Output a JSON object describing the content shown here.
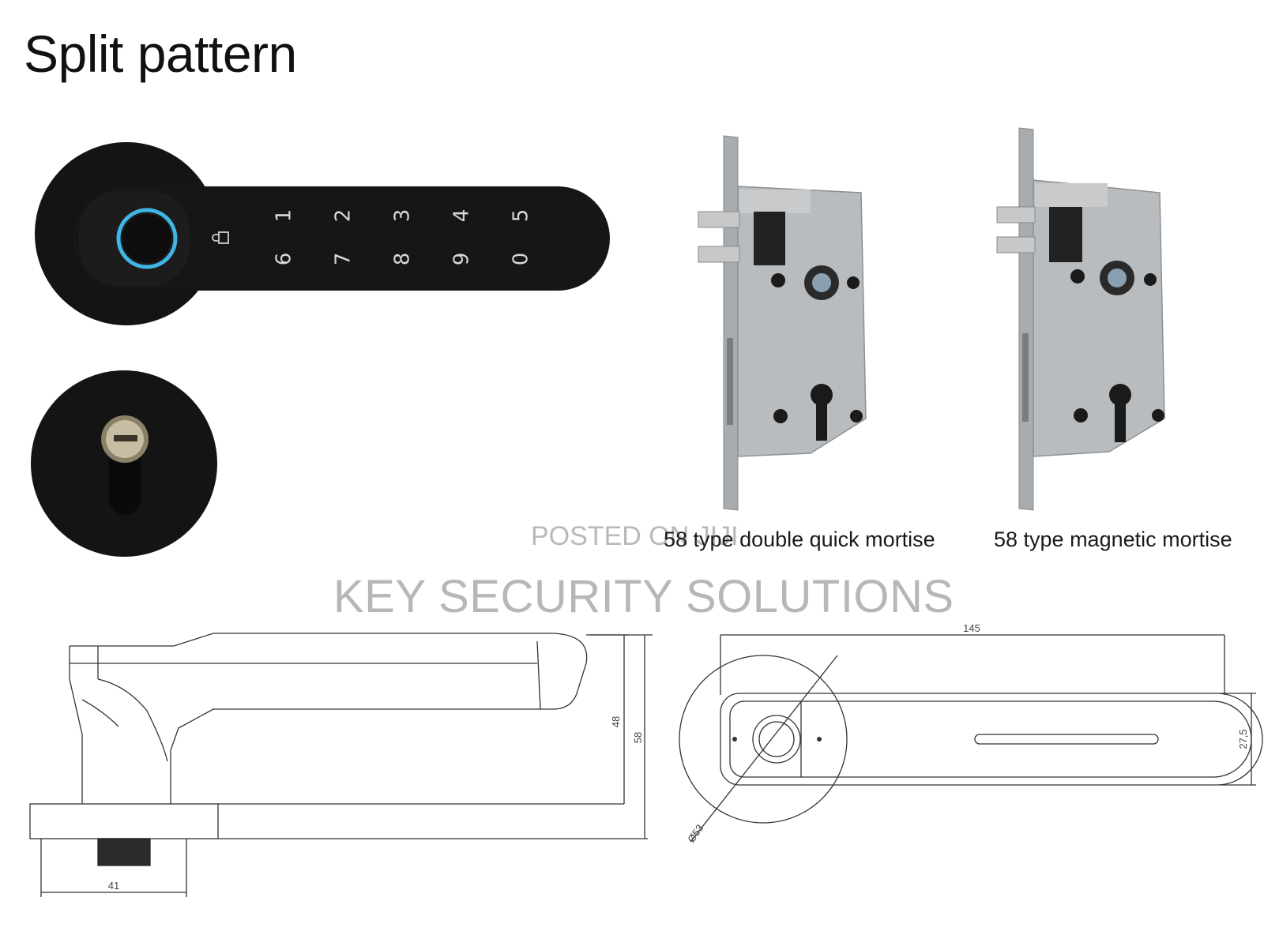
{
  "title": "Split pattern",
  "keypad": {
    "row1": [
      "1",
      "2",
      "3",
      "4",
      "5"
    ],
    "row2": [
      "6",
      "7",
      "8",
      "9",
      "0"
    ]
  },
  "icons": [
    "fingerprint-sensor-icon",
    "padlock-icon",
    "key-cylinder-icon"
  ],
  "mortise_captions": {
    "left": "58 type double quick mortise",
    "right": "58 type magnetic mortise"
  },
  "watermark": {
    "small": "POSTED ON JIJI",
    "large": "KEY SECURITY SOLUTIONS"
  },
  "dimensions": {
    "side_height_inner": "48",
    "side_height_outer": "58",
    "side_base_width": "41",
    "top_length": "145",
    "top_width": "27,5",
    "rose_diameter": "Ø53"
  },
  "colors": {
    "lock_body": "#141414",
    "fingerprint_ring": "#3fb6e6",
    "mortise_steel": "#b9bcbf",
    "watermark": "#b7b7b7"
  }
}
